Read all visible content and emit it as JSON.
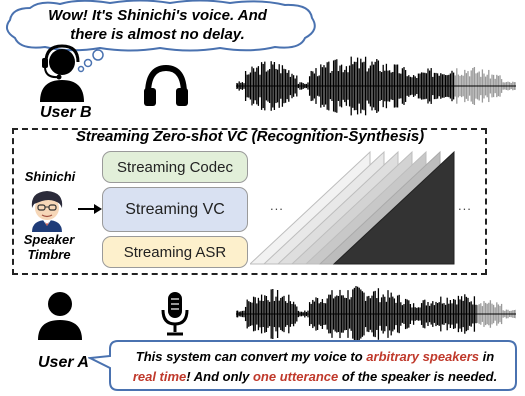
{
  "bubble_top": {
    "line1": "Wow! It's Shinichi's voice. And",
    "line2": "there is almost no delay."
  },
  "user_b": {
    "label": "User B"
  },
  "user_a": {
    "label": "User A"
  },
  "vc_system": {
    "title": "Streaming Zero-shot VC (Recognition-Synthesis)",
    "modules": {
      "codec": "Streaming Codec",
      "vc": "Streaming VC",
      "asr": "Streaming ASR"
    },
    "speaker_name": "Shinichi",
    "speaker_label_1": "Speaker",
    "speaker_label_2": "Timbre",
    "ellipsis_left": "...",
    "ellipsis_right": "..."
  },
  "bubble_bottom": {
    "part1": "This system can convert my voice  to ",
    "hl1": "arbitrary speakers",
    "part2": " in",
    "hl2": "real time",
    "part3": "! And only ",
    "hl3": "one utterance",
    "part4": " of the speaker is needed."
  },
  "colors": {
    "highlight": "#c0392b",
    "codec_bg": "#e2efd9",
    "vc_bg": "#d9e1f2",
    "asr_bg": "#fdf0cc"
  }
}
